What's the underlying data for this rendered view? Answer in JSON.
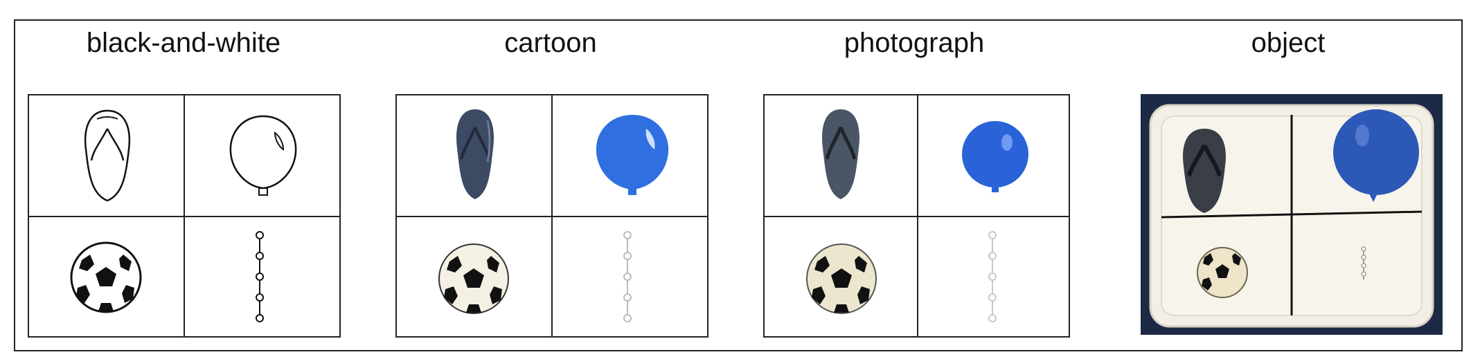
{
  "panels": [
    {
      "title": "black-and-white",
      "style": "line-drawing"
    },
    {
      "title": "cartoon",
      "style": "cartoon"
    },
    {
      "title": "photograph",
      "style": "photograph"
    },
    {
      "title": "object",
      "style": "real-object"
    }
  ],
  "objects": [
    "flip-flop",
    "balloon",
    "soccer-ball",
    "bead-chain"
  ],
  "colors": {
    "balloon_blue": "#2f6fe0",
    "sandal_dark": "#3c4a63",
    "tray_cream": "#f3efe6",
    "background_navy": "#1c2a45"
  }
}
